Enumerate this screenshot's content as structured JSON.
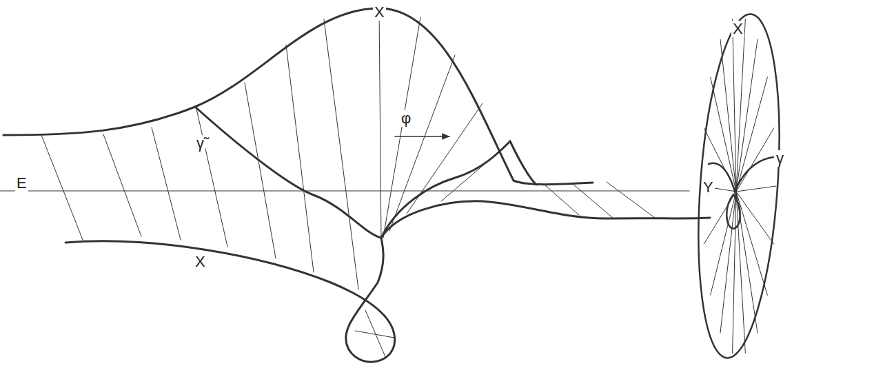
{
  "diagram": {
    "labels": [
      "X",
      "γ̃",
      "E",
      "X",
      "φ",
      "X",
      "Y",
      "γ"
    ]
  }
}
